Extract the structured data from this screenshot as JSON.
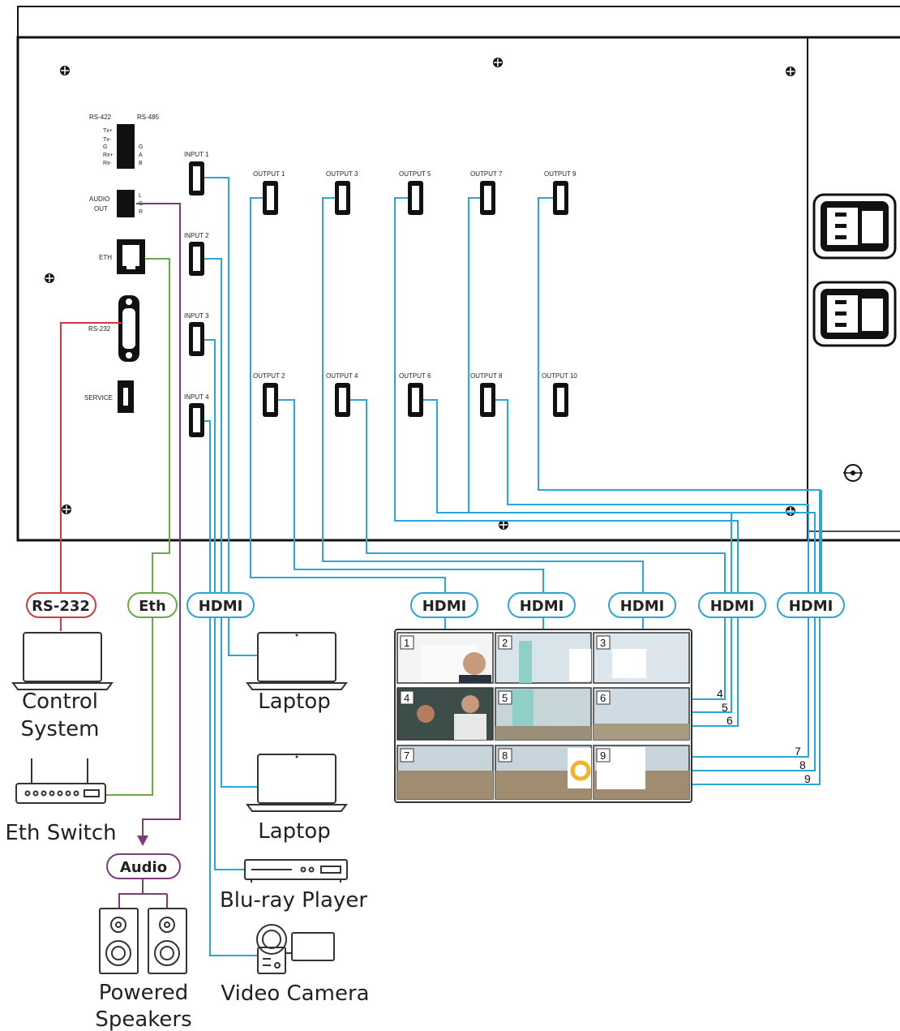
{
  "rear_panel": {
    "rs422_label": "RS-422",
    "rs485_label": "RS-485",
    "rs422_pins": [
      "Tx+",
      "Tx-",
      "G",
      "Rx+",
      "Rx-"
    ],
    "rs485_pins": [
      "G",
      "A",
      "B"
    ],
    "audio_out_label": [
      "AUDIO",
      "OUT"
    ],
    "audio_pins": [
      "L",
      "G",
      "R"
    ],
    "eth_label": "ETH",
    "rs232_label": "RS-232",
    "service_label": "SERVICE",
    "inputs": [
      "INPUT 1",
      "INPUT 2",
      "INPUT 3",
      "INPUT 4"
    ],
    "outputs_top": [
      "OUTPUT 1",
      "OUTPUT 3",
      "OUTPUT 5",
      "OUTPUT 7",
      "OUTPUT 9"
    ],
    "outputs_bottom": [
      "OUTPUT 2",
      "OUTPUT 4",
      "OUTPUT 6",
      "OUTPUT 8",
      "OUTPUT 10"
    ]
  },
  "cable_labels": {
    "rs232": "RS-232",
    "eth": "Eth",
    "hdmi": "HDMI",
    "audio": "Audio"
  },
  "devices": {
    "control_system": [
      "Control",
      "System"
    ],
    "eth_switch": "Eth Switch",
    "powered_speakers": [
      "Powered",
      "Speakers"
    ],
    "laptop_1": "Laptop",
    "laptop_2": "Laptop",
    "bluray": "Blu-ray Player",
    "camera": "Video Camera"
  },
  "video_wall": {
    "tiles": [
      "1",
      "2",
      "3",
      "4",
      "5",
      "6",
      "7",
      "8",
      "9"
    ],
    "right_numbers": [
      "4",
      "5",
      "6",
      "7",
      "8",
      "9"
    ]
  },
  "colors": {
    "hdmi": "#2aa6d8",
    "rs232": "#d23b3b",
    "eth": "#6aaa45",
    "audio": "#7a3d7a"
  }
}
